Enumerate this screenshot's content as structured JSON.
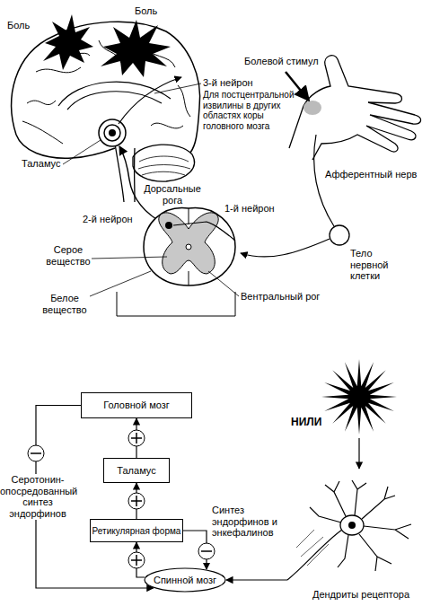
{
  "diagram": {
    "nodes": [
      {
        "text": [
          "Головной мозг"
        ]
      },
      {
        "text": [
          "Таламус"
        ]
      },
      {
        "text": [
          "Ретикулярная форма"
        ]
      },
      {
        "text": [
          "Спинной мозг"
        ]
      },
      {
        "text": [
          "НИЛИ"
        ]
      },
      {
        "text": [
          "Дендриты рецептора"
        ]
      }
    ],
    "edges": [
      {
        "from": 1,
        "to": 0,
        "arrow": "to"
      },
      {
        "from": 2,
        "to": 1,
        "arrow": "to"
      },
      {
        "from": 3,
        "to": 2,
        "arrow": "to"
      },
      {
        "from": 0,
        "to": 3,
        "arrow": "to",
        "label": "Серотонин-опосредованный синтез эндорфинов"
      },
      {
        "from": 2,
        "to": 3,
        "arrow": "to",
        "label": "Синтез эндорфинов и энкефалинов"
      },
      {
        "from": 4,
        "to": 5,
        "arrow": "to"
      },
      {
        "from": 5,
        "to": 3,
        "arrow": "to"
      }
    ],
    "labels": [
      "Боль",
      "Боль",
      "3-й нейрон",
      "Для постцентральной извилины в других областях коры головного мозга",
      "Таламус",
      "Болевой стимул",
      "Афферентный нерв",
      "Дорсальные рога",
      "2-й нейрон",
      "1-й нейрон",
      "Серое вещество",
      "Белое вещество",
      "Вентральный рог",
      "Тело нервной клетки"
    ]
  }
}
